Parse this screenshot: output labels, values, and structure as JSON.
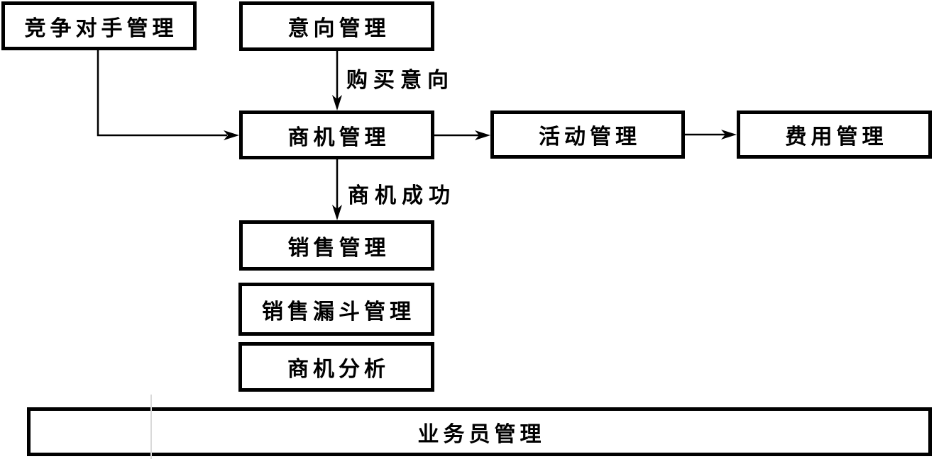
{
  "diagram": {
    "type": "flowchart",
    "background_color": "#ffffff",
    "line_color": "#000000",
    "nodes": {
      "competitor": "竞争对手管理",
      "intention": "意向管理",
      "opportunity": "商机管理",
      "activity": "活动管理",
      "expense": "费用管理",
      "sales": "销售管理",
      "funnel": "销售漏斗管理",
      "analysis": "商机分析",
      "salesperson": "业务员管理"
    },
    "edges": [
      {
        "from": "competitor",
        "to": "opportunity",
        "label": ""
      },
      {
        "from": "intention",
        "to": "opportunity",
        "label": "购买意向"
      },
      {
        "from": "opportunity",
        "to": "activity",
        "label": ""
      },
      {
        "from": "activity",
        "to": "expense",
        "label": ""
      },
      {
        "from": "opportunity",
        "to": "sales",
        "label": "商机成功"
      }
    ]
  }
}
